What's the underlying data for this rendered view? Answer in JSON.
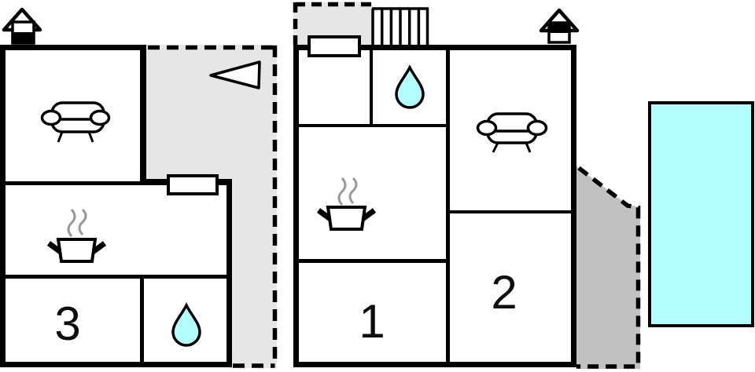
{
  "room_labels": {
    "bedroom_1": "1",
    "bedroom_2": "2",
    "bedroom_3": "3"
  },
  "colors": {
    "wall": "#000000",
    "pool_water": "#b3ffff",
    "drop_fill": "#b3ffff",
    "terrace_light": "#e6e6e6",
    "terrace_dark": "#c1c1c1",
    "steam": "#999999",
    "background": "#ffffff"
  },
  "legend": {
    "left_building_icons": [
      "chimney-icon",
      "sofa-icon",
      "cooking-pot-icon",
      "water-drop-icon",
      "triangle-arrow-icon"
    ],
    "right_building_icons": [
      "chimney-icon",
      "water-drop-icon",
      "cooking-pot-icon",
      "sofa-icon"
    ],
    "outdoor_features": [
      "stairs",
      "balcony",
      "terrace",
      "terrace",
      "swimming-pool"
    ]
  },
  "stairs": {
    "steps": 6
  }
}
